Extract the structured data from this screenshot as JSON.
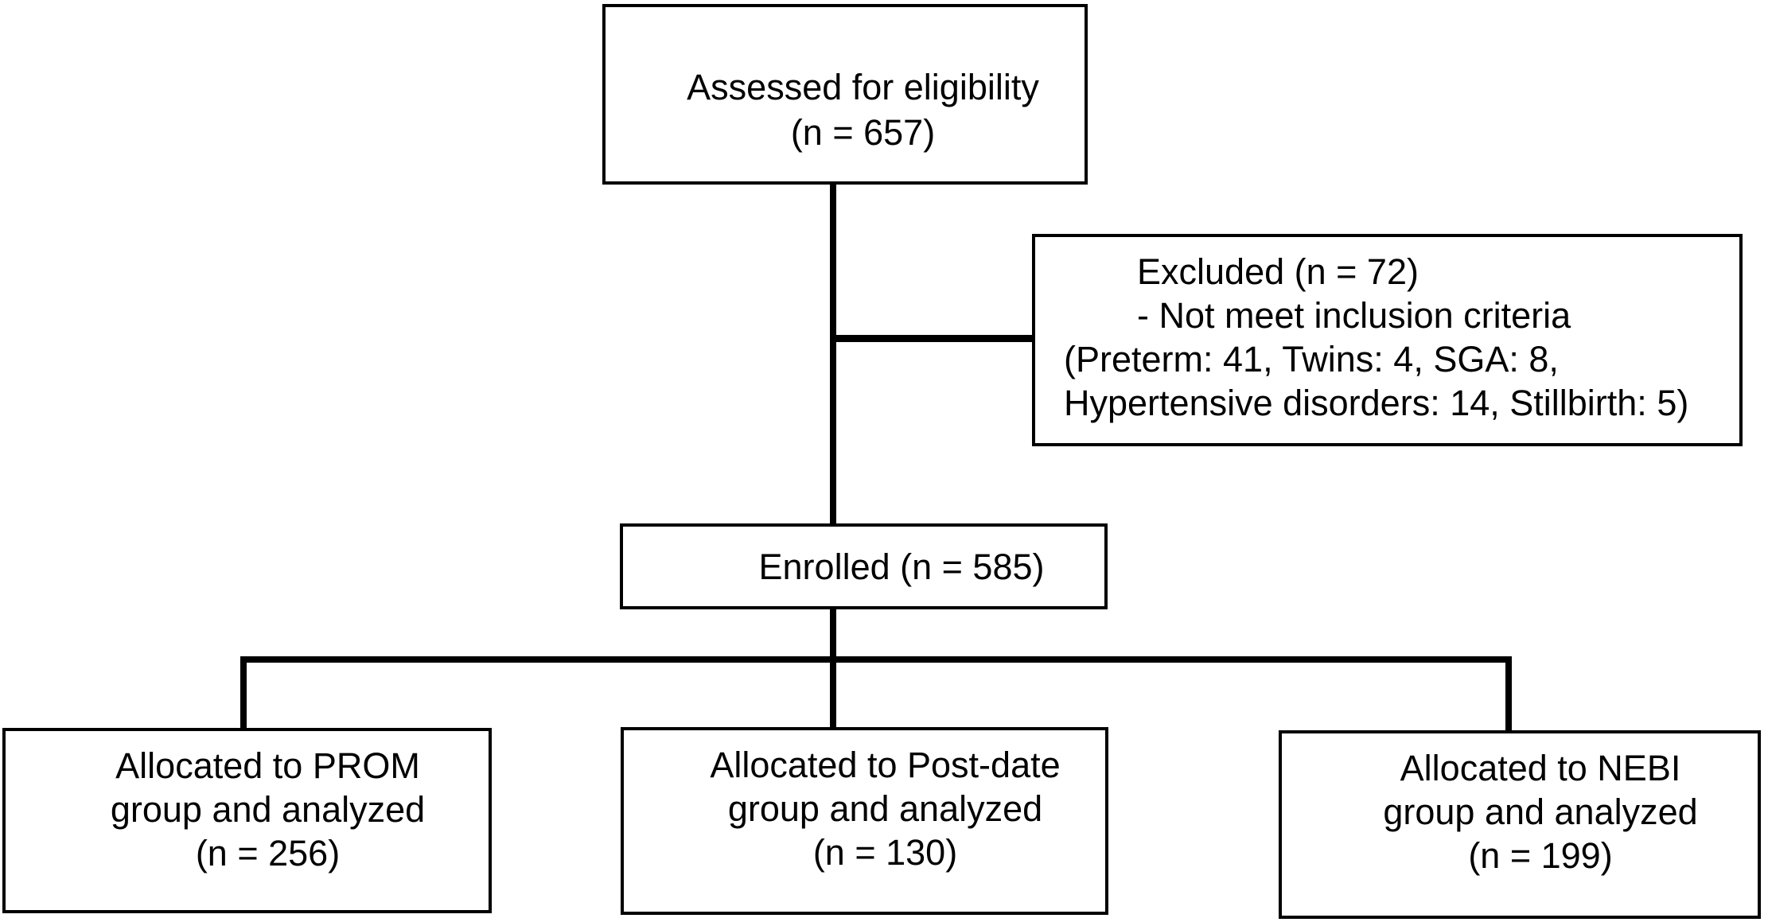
{
  "diagram": {
    "type": "flowchart",
    "colors": {
      "background": "#ffffff",
      "line": "#000000",
      "text": "#000000"
    },
    "boxes": {
      "assessed": {
        "text": "Assessed for eligibility\n(n = 657)"
      },
      "excluded": {
        "lines": [
          "Excluded (n = 72)",
          "- Not meet inclusion criteria",
          "(Preterm: 41, Twins: 4, SGA: 8,",
          "Hypertensive disorders: 14, Stillbirth: 5)"
        ]
      },
      "enrolled": {
        "text": "Enrolled (n = 585)"
      },
      "prom": {
        "text": "Allocated to PROM\ngroup and analyzed\n(n = 256)"
      },
      "postdate": {
        "text": "Allocated to Post-date\ngroup and analyzed\n(n = 130)"
      },
      "nebi": {
        "text": "Allocated to NEBI\ngroup and analyzed\n(n = 199)"
      }
    }
  }
}
